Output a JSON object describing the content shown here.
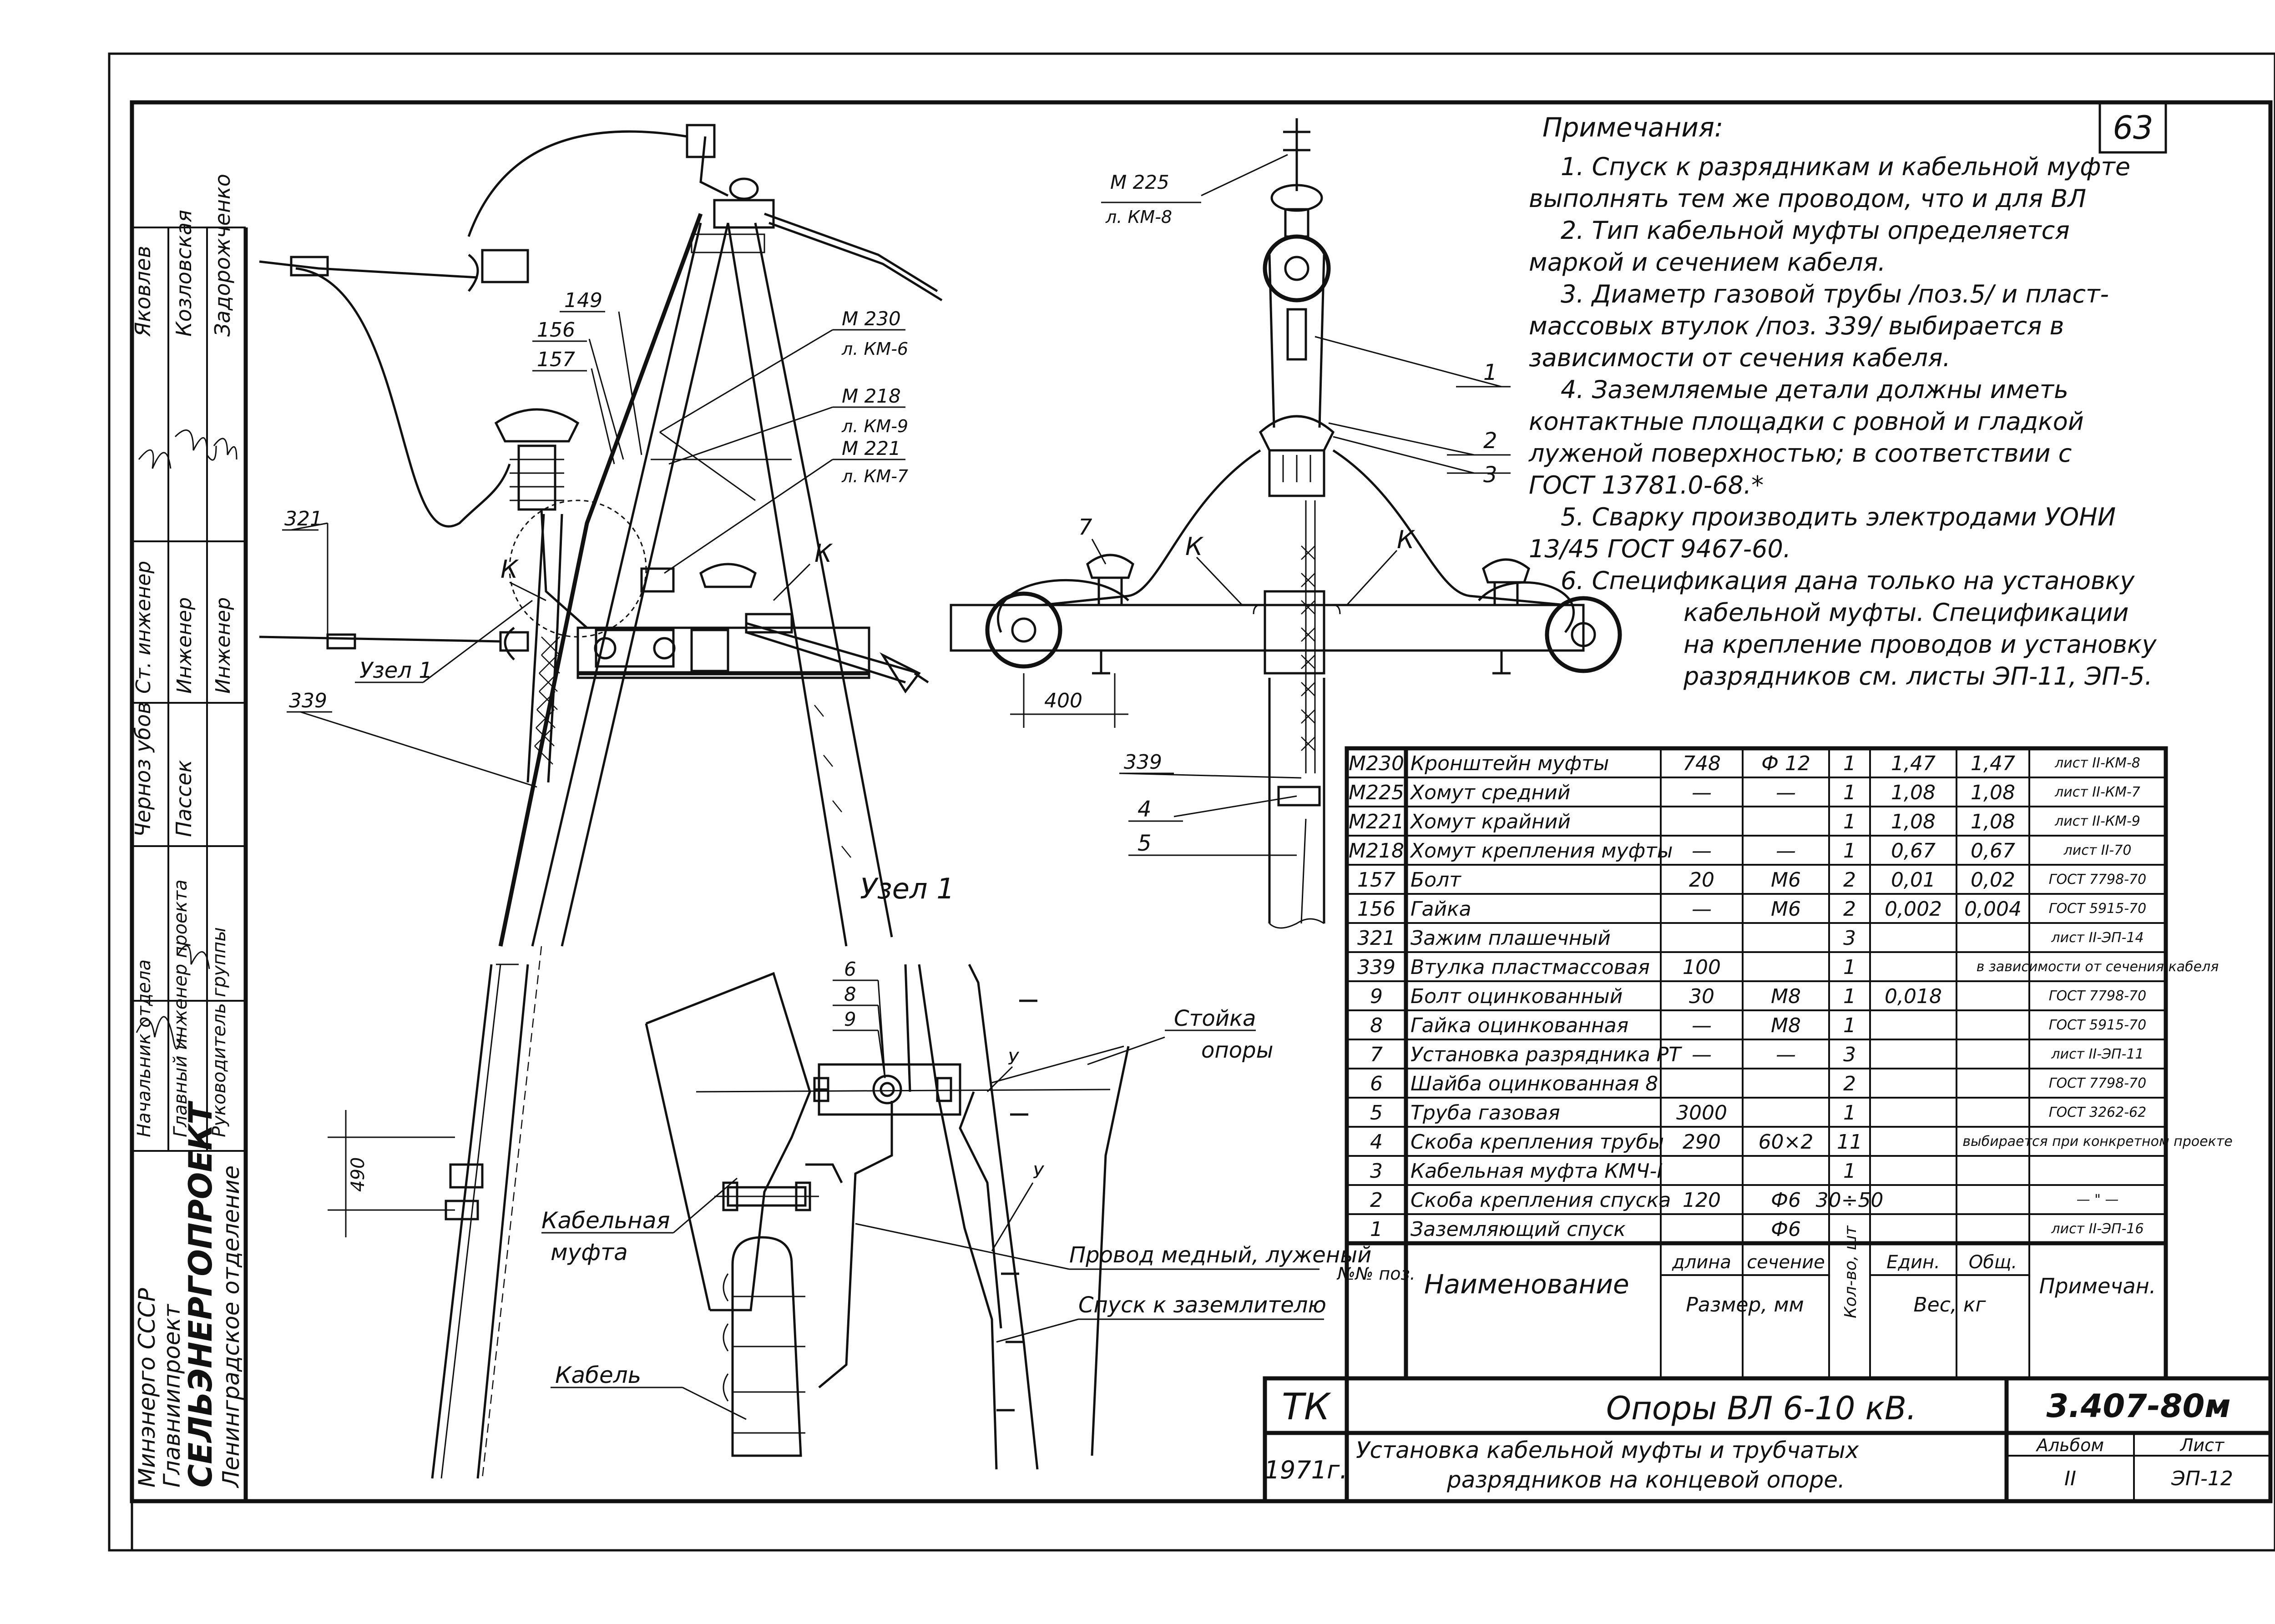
{
  "sheet_number": "63",
  "notes": {
    "title": "Примечания:",
    "lines": [
      "1. Спуск к разрядникам и кабельной муфте",
      "выполнять тем же проводом, что и для ВЛ",
      "2. Тип кабельной муфты определяется",
      "маркой и сечением кабеля.",
      "3. Диаметр газовой трубы /поз.5/ и пласт-",
      "массовых втулок /поз. 339/ выбирается в",
      "зависимости от сечения кабеля.",
      "4. Заземляемые детали должны иметь",
      "контактные площадки с ровной и гладкой",
      "луженой поверхностью; в соответствии с",
      "ГОСТ 13781.0-68.*",
      "5. Сварку производить электродами УОНИ",
      "13/45 ГОСТ 9467-60.",
      "6. Спецификация дана только на установку",
      "кабельной муфты. Спецификации",
      "на крепление проводов и установку",
      "разрядников см. листы ЭП-11, ЭП-5."
    ]
  },
  "left_stamp": {
    "org_lines": [
      "Минэнерго СССР",
      "Главниипроект",
      "СЕЛЬЭНЕРГОПРОЕКТ",
      "Ленинградское отделение"
    ],
    "roles": [
      "Начальник отдела",
      "Главный инженер проекта",
      "Руководитель группы",
      "Ст. инженер",
      "Инженер",
      "Инженер"
    ],
    "names": [
      "Черноз убов",
      "Пассек",
      "Яковлев",
      "Козловская",
      "Задорожченко"
    ]
  },
  "drawing_labels": {
    "left_view": [
      "149",
      "156",
      "157",
      "321",
      "339",
      "Узел 1",
      "К",
      "К",
      "М 230",
      "л. КМ-6",
      "М 218",
      "л. КМ-9",
      "М 221",
      "л. КМ-7"
    ],
    "right_view": [
      "М 225",
      "л. КМ-8",
      "1",
      "2",
      "3",
      "7",
      "К",
      "К",
      "400",
      "339",
      "4",
      "5"
    ],
    "detail_title": "Узел 1",
    "detail": [
      "6",
      "8",
      "9",
      "Стойка",
      "опоры",
      "Кабельная",
      "муфта",
      "Провод медный, луженый",
      "Спуск к заземлителю",
      "Кабель",
      "490",
      "У",
      "У"
    ]
  },
  "spec_table": {
    "headers": {
      "pos": "№№ поз.",
      "name": "Наименование",
      "length": "длина",
      "section": "сечение",
      "size_group": "Размер, мм",
      "qty": "Кол-во, шт",
      "unit": "Един.",
      "total": "Общ.",
      "weight_group": "Вес, кг",
      "note": "Примечан."
    },
    "rows": [
      {
        "pos": "М230",
        "name": "Кронштейн муфты",
        "length": "748",
        "section": "Ф 12",
        "qty": "1",
        "unit": "1,47",
        "total": "1,47",
        "note": "лист II-КМ-8"
      },
      {
        "pos": "М225",
        "name": "Хомут средний",
        "length": "—",
        "section": "—",
        "qty": "1",
        "unit": "1,08",
        "total": "1,08",
        "note": "лист II-КМ-7"
      },
      {
        "pos": "М221",
        "name": "Хомут крайний",
        "length": "",
        "section": "",
        "qty": "1",
        "unit": "1,08",
        "total": "1,08",
        "note": "лист II-КМ-9"
      },
      {
        "pos": "М218",
        "name": "Хомут крепления муфты",
        "length": "—",
        "section": "—",
        "qty": "1",
        "unit": "0,67",
        "total": "0,67",
        "note": "лист II-70"
      },
      {
        "pos": "157",
        "name": "Болт",
        "length": "20",
        "section": "М6",
        "qty": "2",
        "unit": "0,01",
        "total": "0,02",
        "note": "ГОСТ 7798-70"
      },
      {
        "pos": "156",
        "name": "Гайка",
        "length": "—",
        "section": "М6",
        "qty": "2",
        "unit": "0,002",
        "total": "0,004",
        "note": "ГОСТ 5915-70"
      },
      {
        "pos": "321",
        "name": "Зажим плашечный",
        "length": "",
        "section": "",
        "qty": "3",
        "unit": "",
        "total": "",
        "note": "лист II-ЭП-14"
      },
      {
        "pos": "339",
        "name": "Втулка пластмассовая",
        "length": "100",
        "section": "",
        "qty": "1",
        "unit": "",
        "total": "",
        "note": "в зависимости от сечения кабеля"
      },
      {
        "pos": "9",
        "name": "Болт оцинкованный",
        "length": "30",
        "section": "М8",
        "qty": "1",
        "unit": "0,018",
        "total": "",
        "note": "ГОСТ 7798-70"
      },
      {
        "pos": "8",
        "name": "Гайка оцинкованная",
        "length": "—",
        "section": "М8",
        "qty": "1",
        "unit": "",
        "total": "",
        "note": "ГОСТ 5915-70"
      },
      {
        "pos": "7",
        "name": "Установка разрядника РТ",
        "length": "—",
        "section": "—",
        "qty": "3",
        "unit": "",
        "total": "",
        "note": "лист II-ЭП-11"
      },
      {
        "pos": "6",
        "name": "Шайба оцинкованная 8",
        "length": "",
        "section": "",
        "qty": "2",
        "unit": "",
        "total": "",
        "note": "ГОСТ 7798-70"
      },
      {
        "pos": "5",
        "name": "Труба газовая",
        "length": "3000",
        "section": "",
        "qty": "1",
        "unit": "",
        "total": "",
        "note": "ГОСТ 3262-62"
      },
      {
        "pos": "4",
        "name": "Скоба крепления трубы",
        "length": "290",
        "section": "60×2",
        "qty": "11",
        "unit": "",
        "total": "",
        "note": "выбирается при конкретном проекте"
      },
      {
        "pos": "3",
        "name": "Кабельная муфта КМЧ-I",
        "length": "",
        "section": "",
        "qty": "1",
        "unit": "",
        "total": "",
        "note": ""
      },
      {
        "pos": "2",
        "name": "Скоба крепления спуска",
        "length": "120",
        "section": "Ф6",
        "qty": "30÷50",
        "unit": "",
        "total": "",
        "note": "— \" —"
      },
      {
        "pos": "1",
        "name": "Заземляющий спуск",
        "length": "",
        "section": "Ф6",
        "qty": "",
        "unit": "",
        "total": "",
        "note": "лист II-ЭП-16"
      }
    ]
  },
  "title_block": {
    "code": "ТК",
    "year": "1971г.",
    "title": "Опоры ВЛ 6-10 кВ.",
    "subtitle_1": "Установка кабельной муфты и трубчатых",
    "subtitle_2": "разрядников на концевой опоре.",
    "doc_number": "3.407-80м",
    "album_label": "Альбом",
    "album_value": "II",
    "sheet_label": "Лист",
    "sheet_value": "ЭП-12"
  }
}
